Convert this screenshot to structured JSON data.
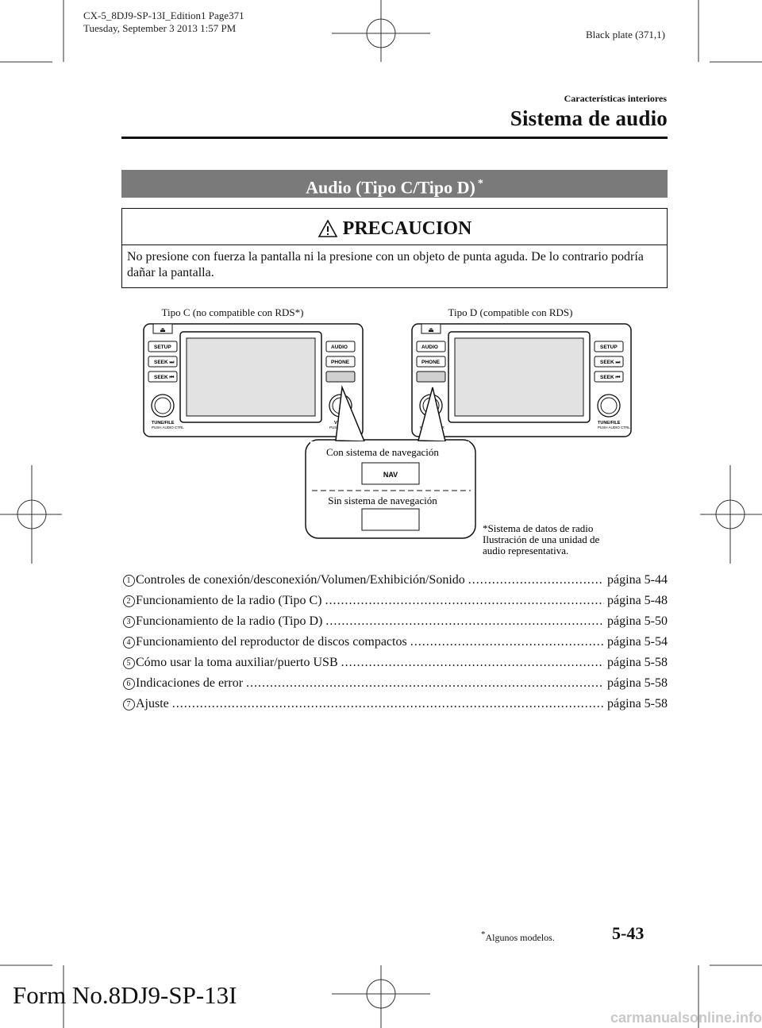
{
  "print_header": {
    "line1": "CX-5_8DJ9-SP-13I_Edition1 Page371",
    "line2": "Tuesday, September 3 2013 1:57 PM",
    "plate": "Black plate (371,1)"
  },
  "section": {
    "small": "Características interiores",
    "big": "Sistema de audio"
  },
  "banner": {
    "title": "Audio (Tipo C/Tipo D)",
    "star": "*"
  },
  "caution": {
    "title": "PRECAUCION",
    "text": "No presione con fuerza la pantalla ni la presione con un objeto de punta aguda. De lo contrario podría dañar la pantalla."
  },
  "figure": {
    "label_c": "Tipo C (no compatible con RDS*)",
    "label_d": "Tipo D (compatible con RDS)",
    "buttons": {
      "setup": "SETUP",
      "seek_up": "SEEK ⏭",
      "seek_down": "SEEK ⏮",
      "audio": "AUDIO",
      "phone": "PHONE",
      "tune": "TUNE/FILE",
      "tune_sub": "PUSH AUDIO CTRL",
      "vol": "VOL",
      "vol_sub": "PUSH POWER"
    },
    "callout_with_nav": "Con sistema de navegación",
    "nav_key": "NAV",
    "callout_without_nav": "Sin sistema de navegación",
    "note_line1": "*Sistema de datos de radio",
    "note_line2": "Ilustración de una unidad de",
    "note_line3": "audio representativa."
  },
  "toc": [
    {
      "num": "1",
      "title": "Controles de conexión/desconexión/Volumen/Exhibición/Sonido",
      "page": "página 5-44"
    },
    {
      "num": "2",
      "title": "Funcionamiento de la radio (Tipo C)",
      "page": "página 5-48"
    },
    {
      "num": "3",
      "title": "Funcionamiento de la radio (Tipo D)",
      "page": "página 5-50"
    },
    {
      "num": "4",
      "title": "Funcionamiento del reproductor de discos compactos",
      "page": "página 5-54"
    },
    {
      "num": "5",
      "title": "Cómo usar la toma auxiliar/puerto USB",
      "page": "página 5-58"
    },
    {
      "num": "6",
      "title": "Indicaciones de error",
      "page": "página 5-58"
    },
    {
      "num": "7",
      "title": "Ajuste",
      "page": "página 5-58"
    }
  ],
  "footer": {
    "note": "Algunos modelos.",
    "note_star": "*",
    "page_number": "5-43",
    "form": "Form No.8DJ9-SP-13I",
    "watermark": "carmanualsonline.info"
  }
}
